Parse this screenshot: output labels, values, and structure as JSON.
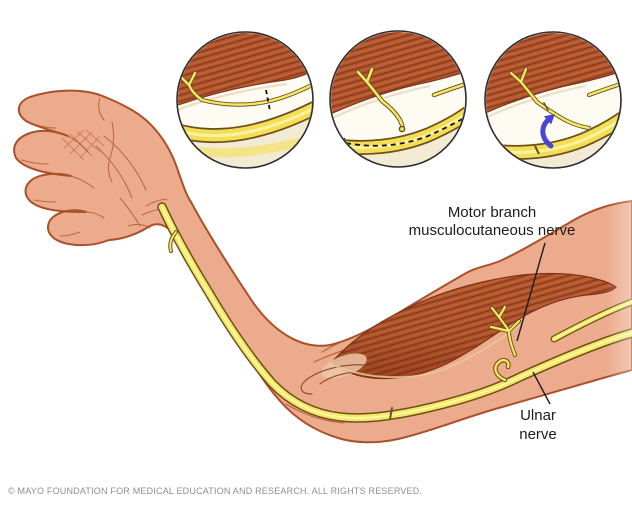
{
  "figure": {
    "title_none_visible": "",
    "labels": {
      "motor_branch": {
        "line1": "Motor branch",
        "line2": "musculocutaneous nerve"
      },
      "ulnar": {
        "line1": "Ulnar",
        "line2": "nerve"
      }
    },
    "insets": [
      {
        "name": "step-1-cut-site-marked-on-motor-branch"
      },
      {
        "name": "step-2-branch-cut-fascicle-site-marked-on-ulnar-nerve"
      },
      {
        "name": "step-3-ulnar-fascicle-transferred-upward-to-motor-branch"
      }
    ],
    "colors": {
      "skin": "#ecab8d",
      "skin_outline": "#a9512a",
      "muscle_base": "#b4572e",
      "muscle_striation": "#8a3a1e",
      "nerve_yellow": "#f4e964",
      "nerve_outline": "#6e4f1b",
      "inset_background": "#fdfbf2",
      "inset_cream": "#f2ead3",
      "transfer_arrow_blue": "#4747d1",
      "label_text": "#1f1b1a",
      "copyright_gray": "#8f8f8f"
    },
    "footer": {
      "copyright": "© MAYO FOUNDATION FOR MEDICAL EDUCATION AND RESEARCH. ALL RIGHTS RESERVED."
    }
  }
}
